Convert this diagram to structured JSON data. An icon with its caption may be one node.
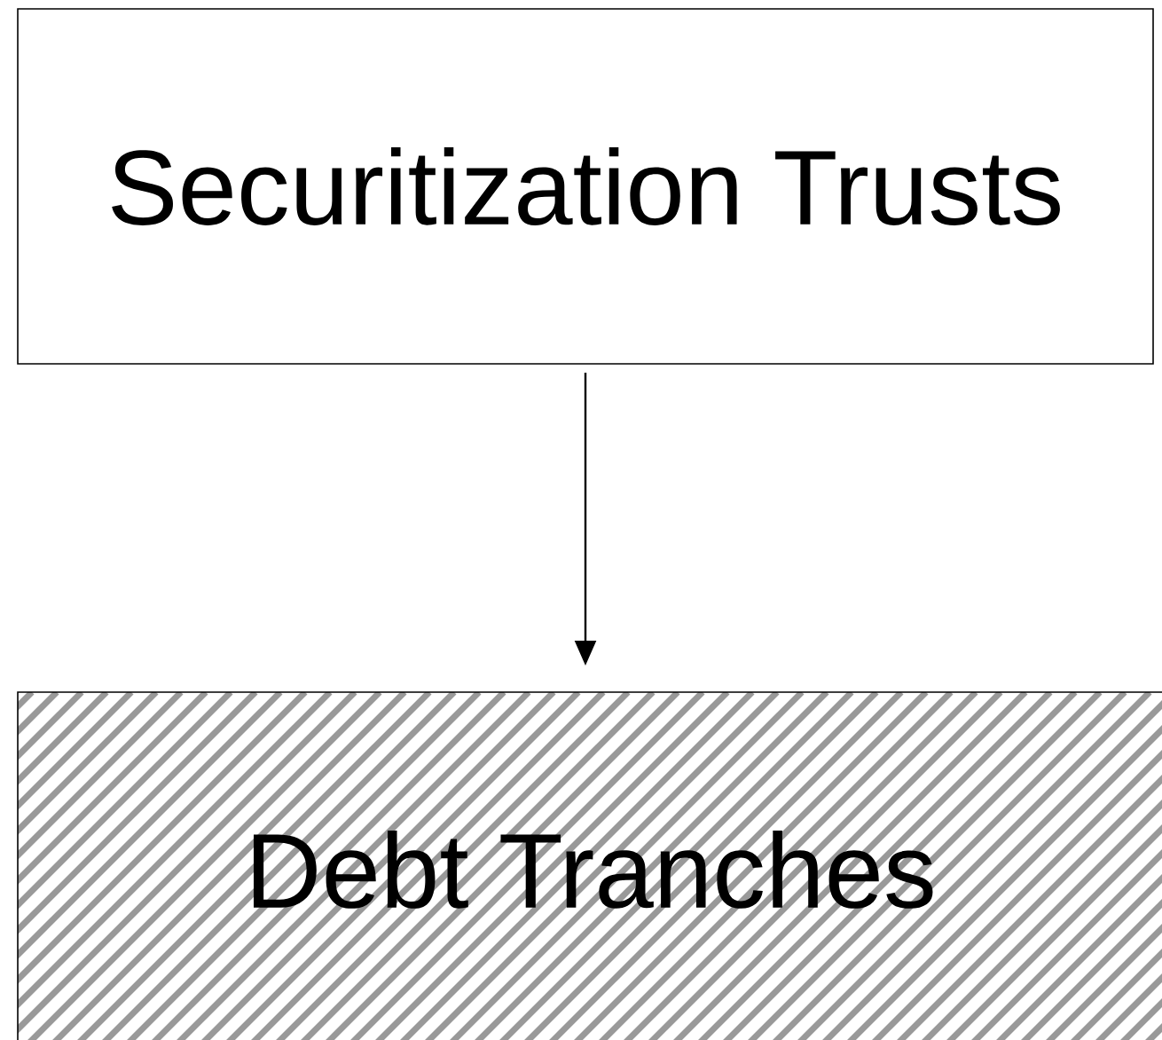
{
  "diagram": {
    "nodes": [
      {
        "text": [
          "Securitization Trusts"
        ]
      },
      {
        "text": [
          "Debt Tranches"
        ]
      }
    ],
    "edges": [
      {
        "from": 0,
        "to": 1,
        "arrow": "to"
      }
    ]
  }
}
